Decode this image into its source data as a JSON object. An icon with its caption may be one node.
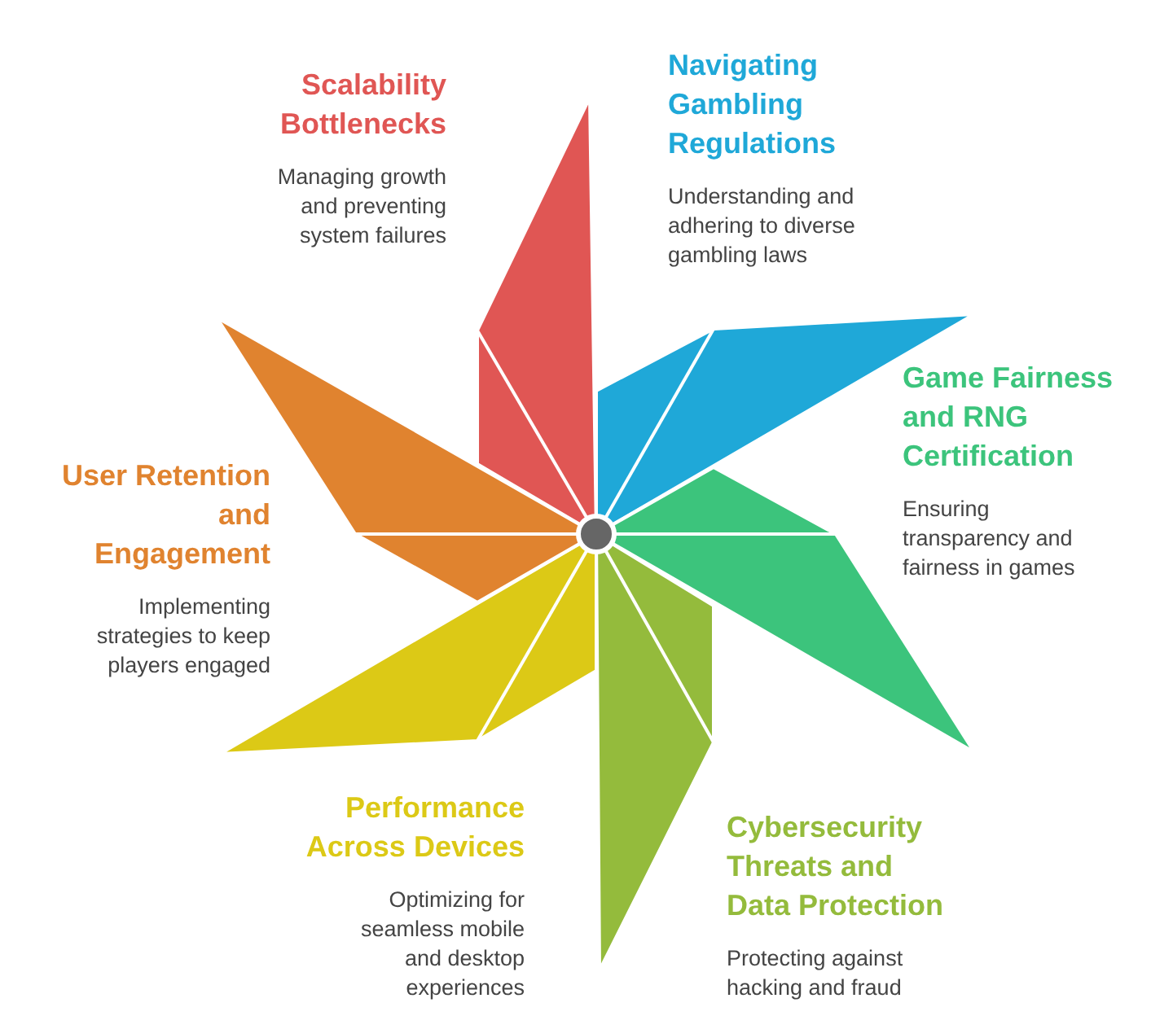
{
  "diagram": {
    "nodes": [
      {
        "text": [
          "Scalability Bottlenecks",
          "Managing growth and preventing system failures"
        ]
      },
      {
        "text": [
          "Navigating Gambling Regulations",
          "Understanding and adhering to diverse gambling laws"
        ]
      },
      {
        "text": [
          "Game Fairness and RNG Certification",
          "Ensuring transparency and fairness in games"
        ]
      },
      {
        "text": [
          "Cybersecurity Threats and Data Protection",
          "Protecting against hacking and fraud"
        ]
      },
      {
        "text": [
          "Performance Across Devices",
          "Optimizing for seamless mobile and desktop experiences"
        ]
      },
      {
        "text": [
          "User Retention and Engagement",
          "Implementing strategies to keep players engaged"
        ]
      }
    ]
  }
}
